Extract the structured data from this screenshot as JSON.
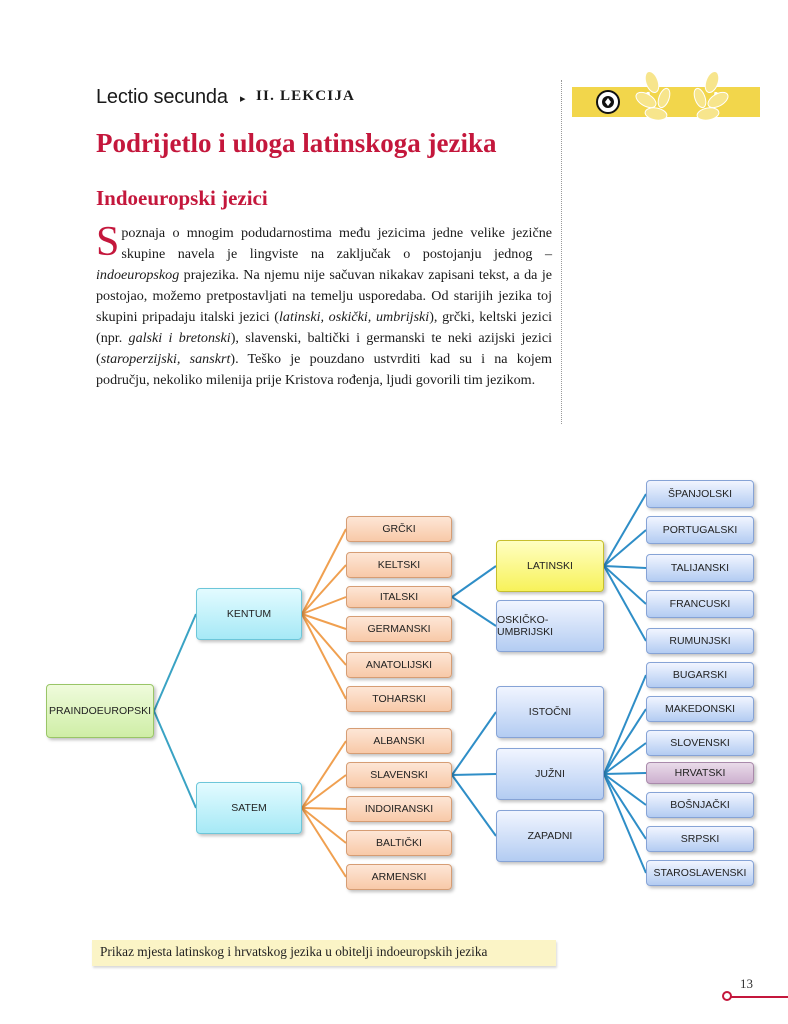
{
  "header": {
    "lectio": "Lectio secunda",
    "arrow": "▸",
    "lekcija": "II. LEKCIJA"
  },
  "title": "Podrijetlo i uloga latinskoga jezika",
  "subtitle": "Indoeuropski jezici",
  "paragraph": {
    "dropcap": "S",
    "segments": [
      {
        "text": "poznaja o mnogim podudarnostima među jezicima jedne velike jezične skupine navela je lingviste na zaključak o postojanju jednog – ",
        "italic": false
      },
      {
        "text": "indoeuropskog",
        "italic": true
      },
      {
        "text": " prajezika. Na njemu nije sačuvan nikakav zapisani tekst, a da je postojao, možemo pretpostavljati na temelju usporedaba. Od starijih jezika toj skupini pripadaju italski jezici (",
        "italic": false
      },
      {
        "text": "latinski, oskički, umbrijski",
        "italic": true
      },
      {
        "text": "), grčki, keltski jezici (npr. ",
        "italic": false
      },
      {
        "text": "galski i bretonski",
        "italic": true
      },
      {
        "text": "), slavenski, baltički i germanski te neki azijski jezici (",
        "italic": false
      },
      {
        "text": "staroperzijski, sanskrt",
        "italic": true
      },
      {
        "text": "). Teško je pouzdano ustvrditi kad su i na kojem području, nekoliko milenija prije Kristova rođenja, ljudi govorili tim jezikom.",
        "italic": false
      }
    ]
  },
  "diagram": {
    "root": {
      "id": "praindo",
      "label": "PRAINDOEUROPSKI"
    },
    "branches": [
      {
        "id": "kentum",
        "label": "KENTUM"
      },
      {
        "id": "satem",
        "label": "SATEM"
      }
    ],
    "kentum_languages": [
      {
        "id": "grcki",
        "label": "GRČKI"
      },
      {
        "id": "keltski",
        "label": "KELTSKI"
      },
      {
        "id": "italski",
        "label": "ITALSKI"
      },
      {
        "id": "germanski",
        "label": "GERMANSKI"
      },
      {
        "id": "anatolijski",
        "label": "ANATOLIJSKI"
      },
      {
        "id": "toharski",
        "label": "TOHARSKI"
      }
    ],
    "satem_languages": [
      {
        "id": "albanski",
        "label": "ALBANSKI"
      },
      {
        "id": "slavenski",
        "label": "SLAVENSKI"
      },
      {
        "id": "indoiranski",
        "label": "INDOIRANSKI"
      },
      {
        "id": "balticki",
        "label": "BALTIČKI"
      },
      {
        "id": "armenski",
        "label": "ARMENSKI"
      }
    ],
    "italic_groups": [
      {
        "id": "latinski",
        "label": "LATINSKI"
      },
      {
        "id": "oskicko",
        "label": "OSKIČKO-UMBRIJSKI"
      }
    ],
    "slavic_groups": [
      {
        "id": "istocni",
        "label": "ISTOČNI"
      },
      {
        "id": "juzni",
        "label": "JUŽNI"
      },
      {
        "id": "zapadni",
        "label": "ZAPADNI"
      }
    ],
    "romance_languages": [
      {
        "id": "spanjolski",
        "label": "ŠPANJOLSKI"
      },
      {
        "id": "portugalski",
        "label": "PORTUGALSKI"
      },
      {
        "id": "talijanski",
        "label": "TALIJANSKI"
      },
      {
        "id": "francuski",
        "label": "FRANCUSKI"
      },
      {
        "id": "rumunjski",
        "label": "RUMUNJSKI"
      }
    ],
    "south_slavic_languages": [
      {
        "id": "bugarski",
        "label": "BUGARSKI"
      },
      {
        "id": "makedonski",
        "label": "MAKEDONSKI"
      },
      {
        "id": "slovenski",
        "label": "SLOVENSKI"
      },
      {
        "id": "hrvatski",
        "label": "HRVATSKI"
      },
      {
        "id": "bosnjacki",
        "label": "BOŠNJAČKI"
      },
      {
        "id": "srpski",
        "label": "SRPSKI"
      },
      {
        "id": "staroslavenski",
        "label": "STAROSLAVENSKI"
      }
    ],
    "colors": {
      "kentum_lines": "#f0a050",
      "satem_lines": "#f0a050",
      "root_lines": "#3aa3c4",
      "child_lines": "#2f8ec7",
      "highlight_latin": "#f7f25a",
      "highlight_croatian": "#cdb0cf"
    }
  },
  "caption": "Prikaz mjesta latinskog i hrvatskog jezika u obitelji indoeuropskih jezika",
  "page_number": "13",
  "colors": {
    "accent": "#c4173c",
    "band": "#f2d64b"
  }
}
